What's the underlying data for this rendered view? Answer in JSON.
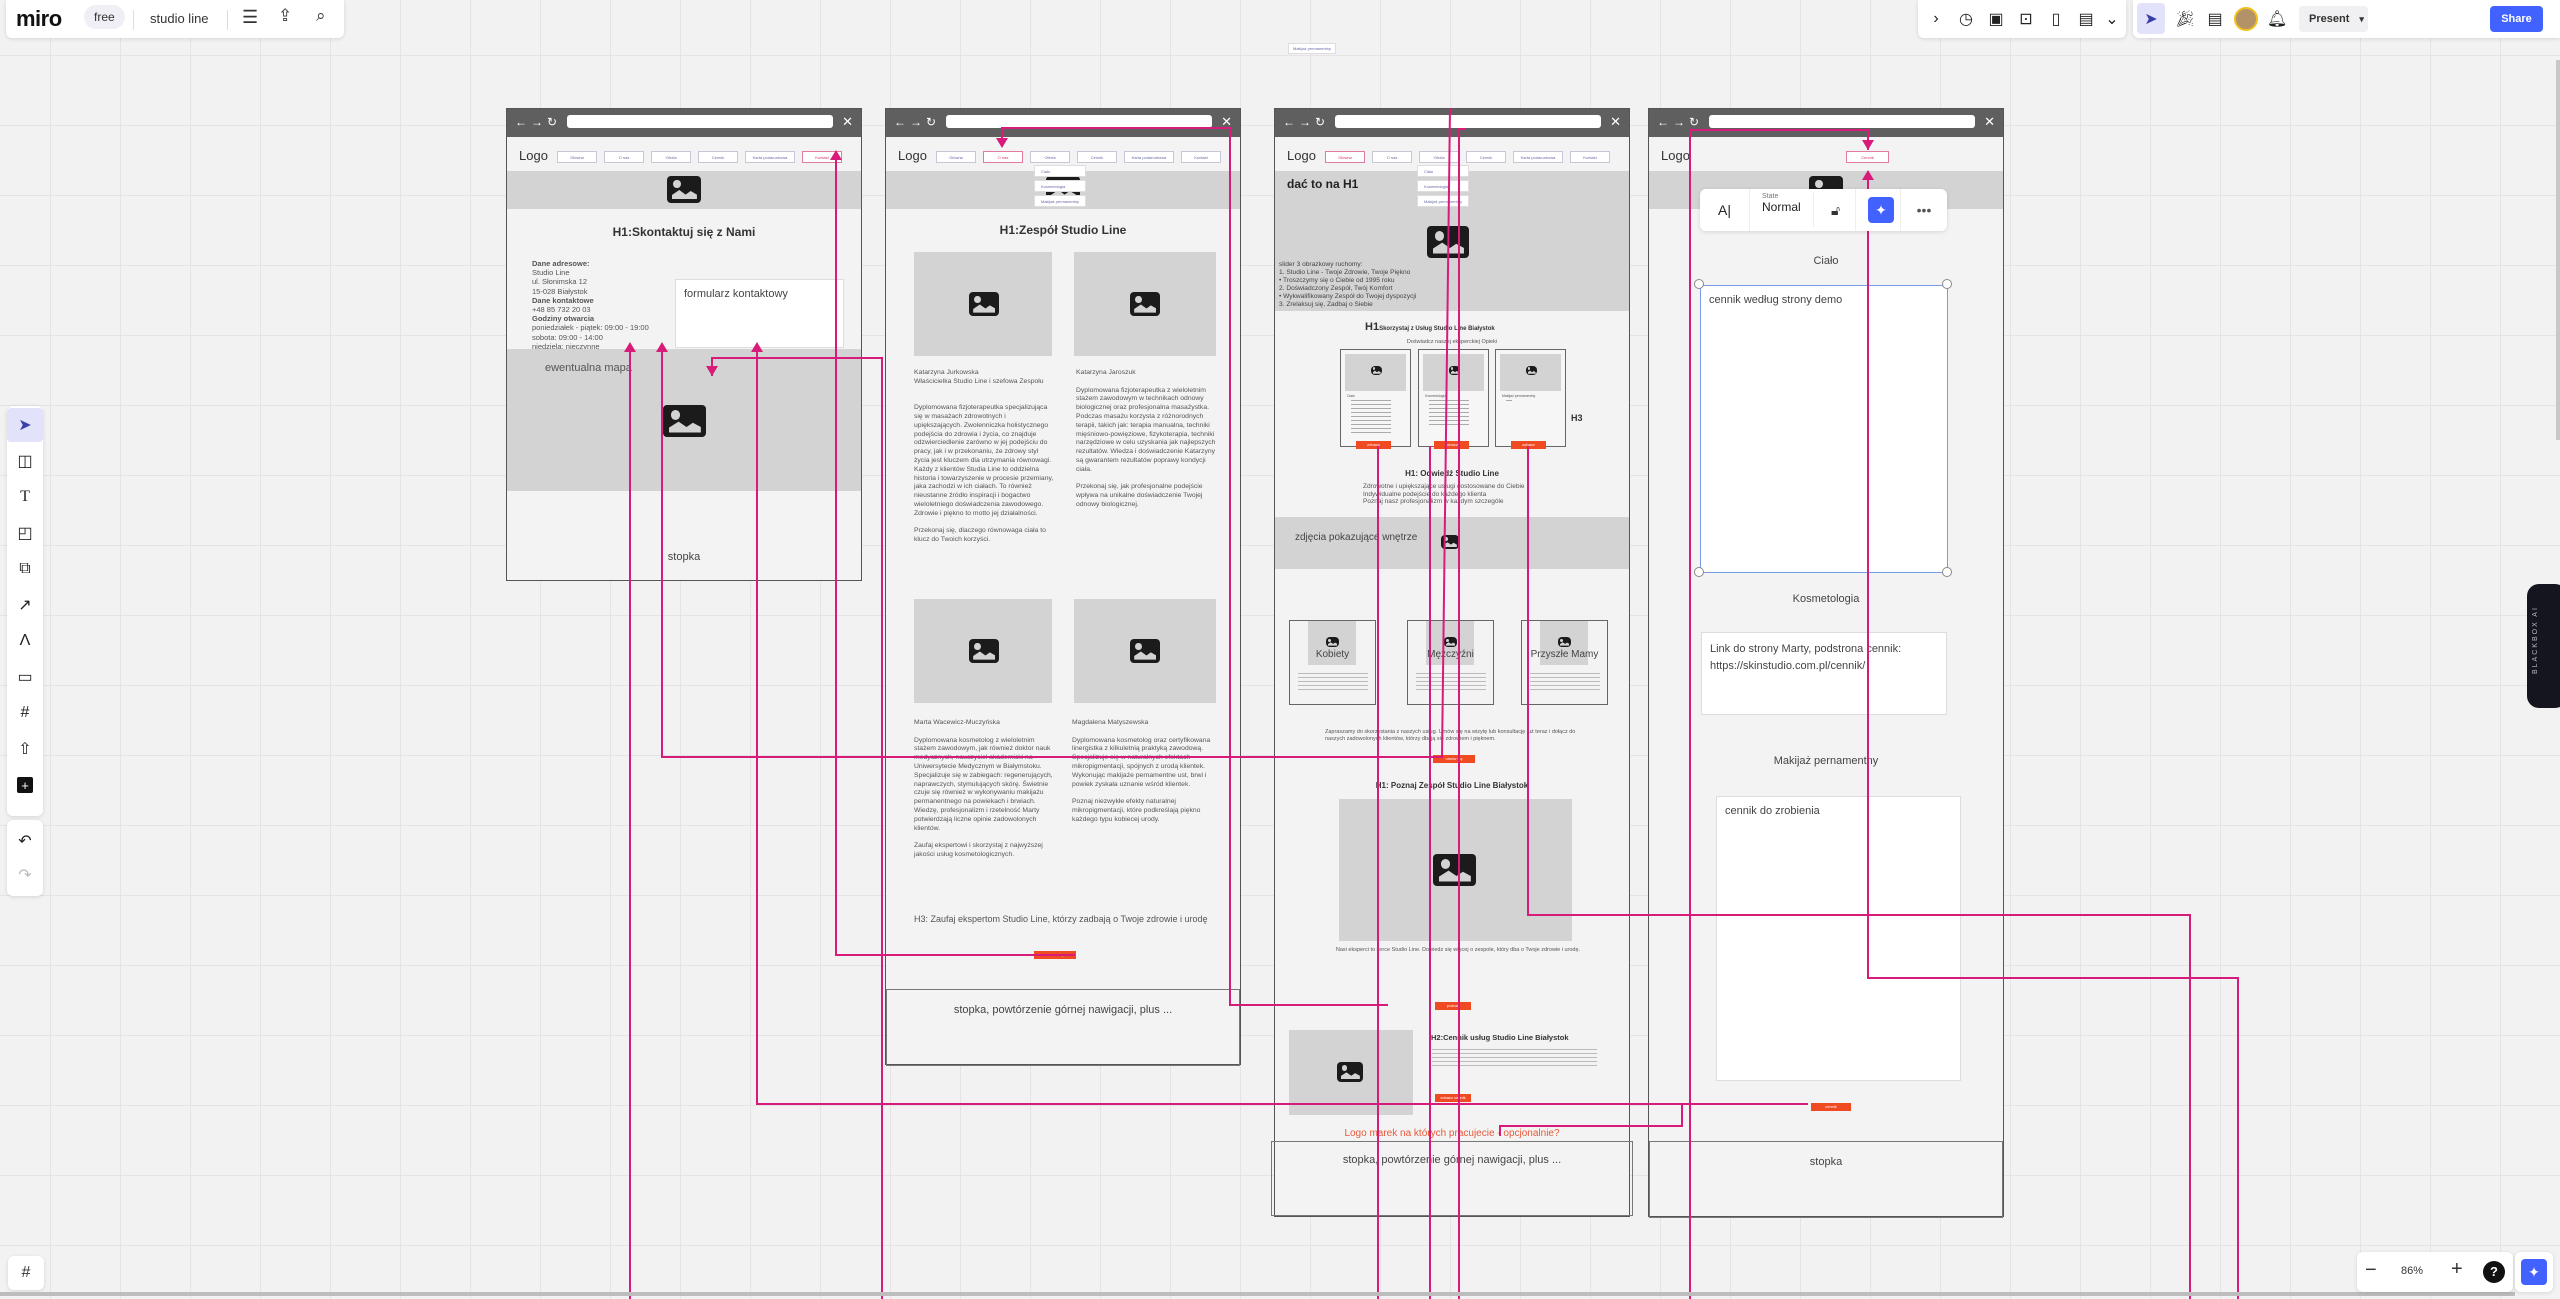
{
  "app": {
    "logo": "miro",
    "plan_badge": "free",
    "board_name": "studio line"
  },
  "toolbar_right": {
    "present_label": "Present",
    "share_label": "Share"
  },
  "zoom": {
    "level": "86%"
  },
  "blackbox": {
    "label": "BLACKBOX AI"
  },
  "floating_label": "Makijaż permanentny",
  "nav_labels": [
    "Główna",
    "O nas",
    "Oferta",
    "Cennik",
    "Karta podarunkowa",
    "Kontakt"
  ],
  "submenu": [
    "Ciało",
    "Kosmetologia",
    "Makijaż permanentny"
  ],
  "logo_text": "Logo",
  "frame1": {
    "title": "H1:Skontaktuj się z Nami",
    "address_heading": "Dane adresowe:",
    "address": "Studio Line\nul. Słonimska 12\n15-028 Białystok",
    "contact_heading": "Dane kontaktowe",
    "phone": "+48 85 732 20 03",
    "hours_heading": "Godziny otwarcia",
    "hours": "poniedziałek - piątek: 09:00 - 19:00\nsobota: 09:00 - 14:00\nniedziela: nieczynne",
    "form": "formularz kontaktowy",
    "map": "ewentualna mapa",
    "footer": "stopka"
  },
  "frame2": {
    "title": "H1:Zespół Studio Line",
    "p1_name": "Katarzyna Jurkowska\nWłaścicielka Studio Line i szefowa Zespołu",
    "p1_text": "Dyplomowana fizjoterapeutka specjalizująca się w masażach zdrowotnych i upiększających. Zwolenniczka holistycznego podejścia do zdrowia i życia, co znajduje odzwierciedlenie zarówno w jej podejściu do pracy, jak i w przekonaniu, że zdrowy styl życia jest kluczem dla utrzymania równowagi.\nKażdy z klientów Studia Line to oddzielna historia i towarzyszenie w procesie przemiany, jaka zachodzi w ich ciałach. To również nieustanne źródło inspiracji i bogactwo wieloletniego doświadczenia zawodowego. Zdrowie i piękno to motto jej działalności.\n\nPrzekonaj się, dlaczego równowaga ciała to klucz do Twoich korzyści.",
    "p2_name": "Katarzyna Jaroszuk",
    "p2_text": "Dyplomowana fizjoterapeutka z wieloletnim stażem zawodowym w technikach odnowy biologicznej oraz profesjonalna masażystka. Podczas masażu korzysta z różnorodnych terapii, takich jak: terapia manualna, techniki mięśniowo-powięziowe, fizykoterapia, techniki narzędziowe w celu uzyskania jak najlepszych rezultatów. Wiedza i doświadczenie Katarzyny są gwarantem rezultatów poprawy kondycji ciała.\n\nPrzekonaj się, jak profesjonalne podejście wpływa na unikalne doświadczenie Twojej odnowy biologicznej.",
    "p3_name": "Marta Wacewicz-Muczyńska",
    "p3_text": "Dyplomowana kosmetolog z wieloletnim stażem zawodowym, jak również doktor nauk medycznych, nauczyciel akademicki na Uniwersytecie Medycznym w Białymstoku. Specjalizuje się w zabiegach: regenerujących, naprawczych, stymulujących skórę. Świetnie czuje się również w wykonywaniu makijażu permanentnego na powiekach i brwiach. Wiedzę, profesjonalizm i rzetelność Marty potwierdzają liczne opinie zadowolonych klientów.\n\nZaufaj ekspertowi i skorzystaj z najwyższej jakości usług kosmetologicznych.",
    "p4_name": "Magdalena Matyszewska",
    "p4_text": "Dyplomowana kosmetolog oraz certyfikowana linergistka z kilkuletnią praktyką zawodową. Specjalizuje się w naturalnych efektach mikropigmentacji, spójnych z urodą klientek. Wykonując makijaże pernamentne ust, brwi i powiek zyskała uznanie wśród klientek.\n\nPoznaj niezwykłe efekty naturalnej mikropigmentacji, które podkreślają piękno każdego typu kobiecej urody.",
    "h3": "H3: Zaufaj ekspertom Studio Line, którzy zadbają o Twoje zdrowie i urodę",
    "button": "umów się",
    "footer": "stopka, powtórzenie górnej nawigacji, plus ..."
  },
  "frame3": {
    "hero_note": "dać to na H1",
    "slider": "slider 3 obrazkowy ruchomy:\n  1. Studio Line - Twoje Zdrowie, Twoje Piękno\n   •  Troszczymy się o Ciebie od 1995 roku\n  2. Doświadczony Zespół, Twój Komfort\n   •  Wykwalifikowany Zespół do Twojej dyspozycji\n  3. Zrelaksuj się, Zadbaj o Siebie",
    "h1_prefix": "H1",
    "services_title": "Skorzystaj z Usług Studio Line Białystok",
    "services_sub": "Doświadcz naszej eksperckiej Opieki",
    "cards": [
      {
        "title": "Ciało",
        "button": "zobacz"
      },
      {
        "title": "Kosmetologia",
        "button": "zobacz"
      },
      {
        "title": "Makijaż pernamentny",
        "button": "zobacz"
      }
    ],
    "h3": "H3",
    "visit_title": "H1: Odwiedź Studio Line",
    "visit_text": "Zdrowotne i upiększające usługi dostosowane do Ciebie\nIndywidualne podejście do każdego klienta\nPoznaj nasz profesjonalizm w każdym szczególe",
    "interior": "zdjęcia pokazujące wnętrze",
    "groups": [
      "Kobiety",
      "Mężczyźni",
      "Przyszłe Mamy"
    ],
    "invite": "Zapraszamy do skorzystania z naszych usług. Umów się na wizytę lub konsultację już teraz i dołącz do naszych zadowolonych klientów, którzy dbają się zdrowiem i pięknem.",
    "invite_button": "umów się",
    "team_title": "H1: Poznaj Zespół Studio Line Białystok",
    "team_text": "Nasi eksperci to serce Studio Line. Dowiedz się więcej o zespole, który dba o Twoje zdrowie i urodę.",
    "team_button": "poznaj",
    "price_title": "H2:Cennik usług Studio Line Białystok",
    "price_button": "zobacz cennik",
    "brands": "Logo marek na których pracujecie - opcjonalnie?",
    "footer": "stopka, powtórzenie górnej nawigacji, plus ..."
  },
  "frame4": {
    "nav_button": "Cennik",
    "toolbar": {
      "state_label": "State",
      "state_value": "Normal"
    },
    "s1": "Ciało",
    "box1": "cennik według strony demo",
    "s2": "Kosmetologia",
    "box2": "Link do strony Marty, podstrona cennik:\nhttps://skinstudio.com.pl/cennik/",
    "s3": "Makijaż pernamentny",
    "box3": "cennik do zrobienia",
    "button": "cennik",
    "footer": "stopka"
  },
  "colors": {
    "accent": "#4262ff",
    "connector": "#d81b7a",
    "cta": "#f04a23"
  }
}
